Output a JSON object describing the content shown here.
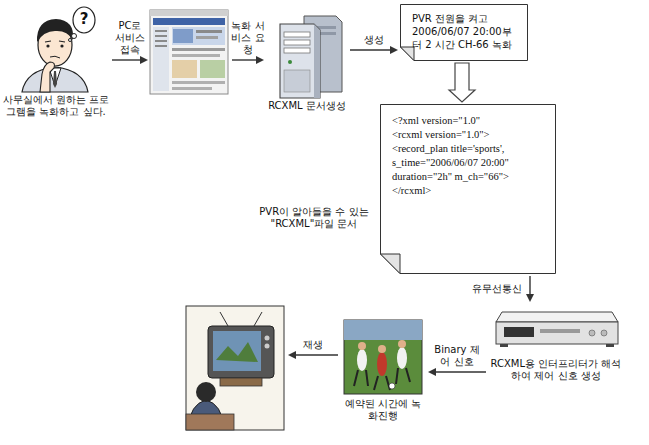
{
  "diagram": {
    "nodes": [
      {
        "text": [
          "사무실에서 원하는 프로그램을 녹화하고 싶다."
        ]
      },
      {
        "text": []
      },
      {
        "text": [
          "RCXML 문서생성"
        ]
      },
      {
        "text": [
          "PVR 전원을 켜고 2006/06/07 20:00부터 2 시간 CH-66 녹화"
        ]
      },
      {
        "text": [
          "<?xml version=\"1.0\"",
          "<rcxml version=\"1.0\">",
          "<record_plan title='sports',",
          "s_time=\"2006/06/07 20:00\"",
          "duration=\"2h\" m_ch=\"66\">",
          "</rcxml>"
        ]
      },
      {
        "text": [
          "RCXML용 인터프리터가 해석하여 제어 신호 생성"
        ]
      },
      {
        "text": [
          "예약된 시간에 녹화진행"
        ]
      },
      {
        "text": []
      }
    ],
    "edges": [
      {
        "from": 0,
        "to": 1,
        "label": "PC로 서비스 접속",
        "arrow": "to"
      },
      {
        "from": 1,
        "to": 2,
        "label": "녹화 서비스 요청",
        "arrow": "to"
      },
      {
        "from": 2,
        "to": 3,
        "label": "생성",
        "arrow": "to"
      },
      {
        "from": 3,
        "to": 4,
        "arrow": "to"
      },
      {
        "from": 4,
        "to": 5,
        "label": "유무선통신",
        "arrow": "to"
      },
      {
        "from": 5,
        "to": 6,
        "label": "Binary 제어 신호",
        "arrow": "to"
      },
      {
        "from": 6,
        "to": 7,
        "label": "재생",
        "arrow": "to"
      }
    ],
    "labels": [
      "?",
      "PVR이 알아들을 수 있는 \"RCXML\"파일 문서"
    ]
  }
}
